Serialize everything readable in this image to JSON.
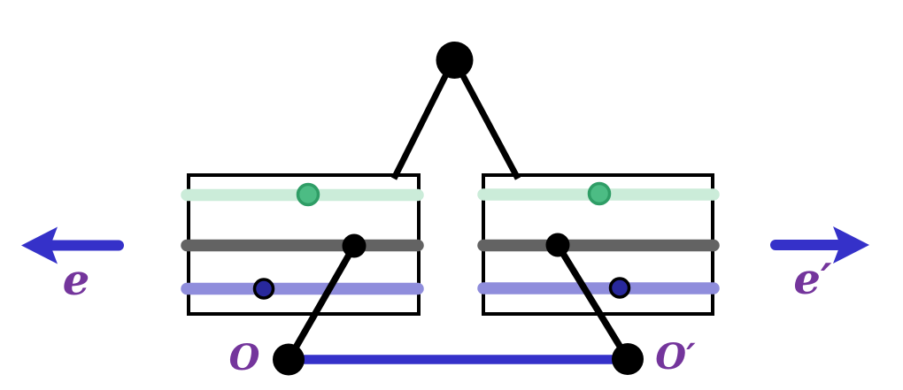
{
  "figure": {
    "labels": {
      "e": "e",
      "e_prime": "e′",
      "O": "O",
      "O_prime": "O′"
    },
    "colors": {
      "blue": "#3531c9",
      "label_purple": "#74359c",
      "mint_stripe": "#cbecd9",
      "green_dot": "#4cbc84",
      "green_dot_border": "#2f9d66",
      "gray_stripe": "#636363",
      "periwinkle_stripe": "#8f8ddc",
      "navy_dot": "#28289c",
      "black": "#000000"
    }
  }
}
